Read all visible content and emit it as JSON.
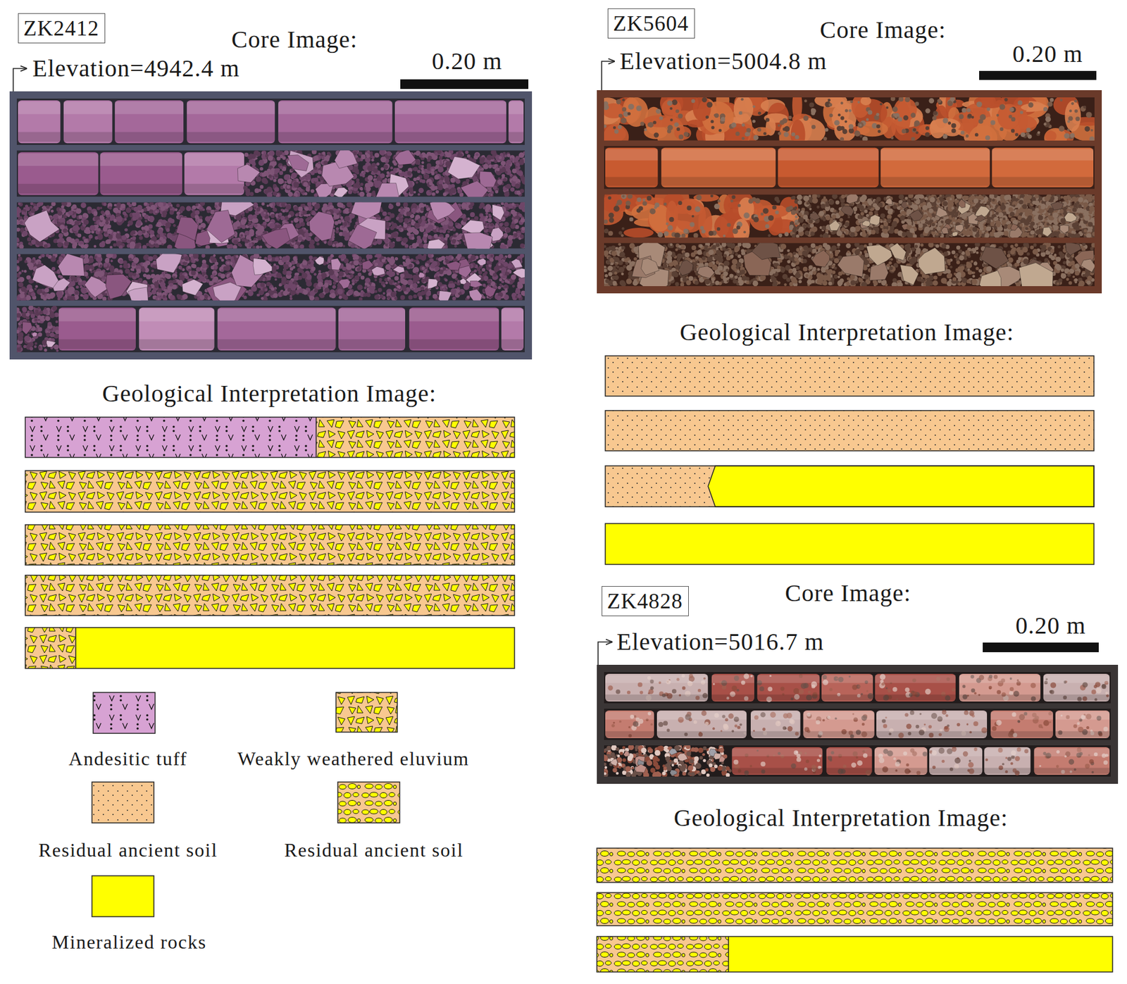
{
  "diagram": {
    "nodes": [
      {
        "text": [
          "ZK2412"
        ]
      },
      {
        "text": [
          "ZK5604"
        ]
      },
      {
        "text": [
          "ZK4828"
        ]
      }
    ],
    "labels": [
      "Core Image:",
      "Elevation=4942.4 m",
      "0.20 m",
      "Geological Interpretation Image:",
      "Core Image:",
      "Elevation=5004.8 m",
      "0.20 m",
      "Geological Interpretation Image:",
      "Core Image:",
      "Elevation=5016.7 m",
      "0.20 m",
      "Geological Interpretation Image:"
    ],
    "legend": [
      {
        "text": "Andesitic tuff"
      },
      {
        "text": "Weakly weathered eluvium"
      },
      {
        "text": "Residual ancient soil"
      },
      {
        "text": "Residual ancient soil"
      },
      {
        "text": "Mineralized rocks",
        "color": "#ffff00"
      }
    ]
  }
}
